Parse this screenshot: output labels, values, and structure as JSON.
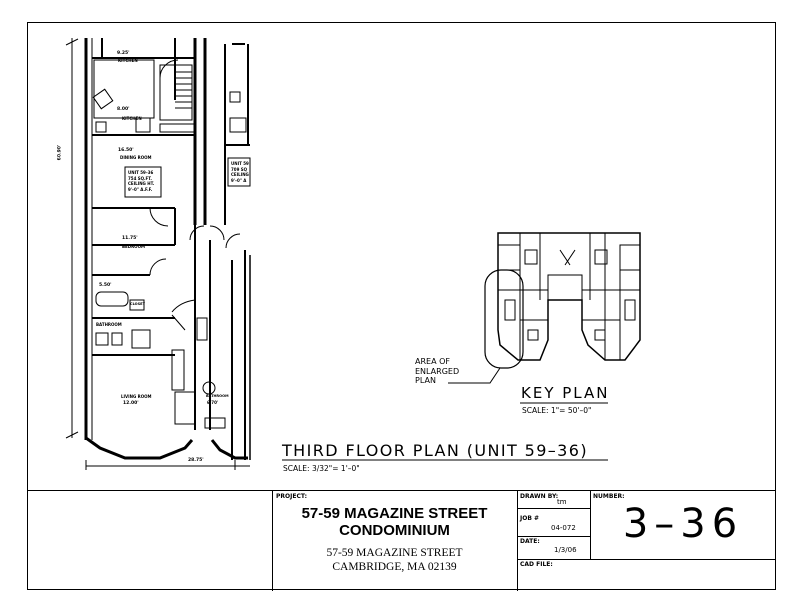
{
  "drawing": {
    "title": "THIRD FLOOR PLAN (UNIT 59–36)",
    "scale": "SCALE: 3/32\"= 1'–0\"",
    "key_plan_title": "KEY PLAN",
    "key_plan_scale": "SCALE: 1\"= 50'–0\"",
    "callout": [
      "AREA OF",
      "ENLARGED",
      "PLAN"
    ],
    "dims": {
      "left_vertical": "60.90'",
      "bottom": "28.75'",
      "top_a": "9.25'",
      "kitchen_w": "8.00'",
      "dining_w": "16.50'",
      "bedroom_w": "11.75'",
      "living_w": "12.00'",
      "bath_w": "5.50'",
      "bath2_w": "6.70'"
    },
    "rooms": {
      "kitchen": "KITCHEN",
      "dining": "DINING ROOM",
      "bedroom": "BEDROOM",
      "bathroom": "BATHROOM",
      "living": "LIVING ROOM",
      "closet": "CLOSET",
      "bathroom2": "BATHROOM"
    },
    "unit_note": [
      "UNIT 59–36",
      "754 SQ.FT.",
      "CEILING HT.",
      "9'–0\" A.F.F."
    ],
    "unit_note2": [
      "UNIT 59",
      "709 SQ",
      "CEILING",
      "9'–0\" A"
    ]
  },
  "title_block": {
    "project_label": "PROJECT:",
    "project_name_1": "57-59 MAGAZINE STREET",
    "project_name_2": "CONDOMINIUM",
    "address_1": "57-59 MAGAZINE STREET",
    "address_2": "CAMBRIDGE, MA 02139",
    "drawn_by_label": "DRAWN BY:",
    "drawn_by": "tm",
    "job_label": "JOB #",
    "job": "04-072",
    "date_label": "DATE:",
    "date": "1/3/06",
    "cad_label": "CAD FILE:",
    "number_label": "NUMBER:",
    "number": "3–36"
  }
}
